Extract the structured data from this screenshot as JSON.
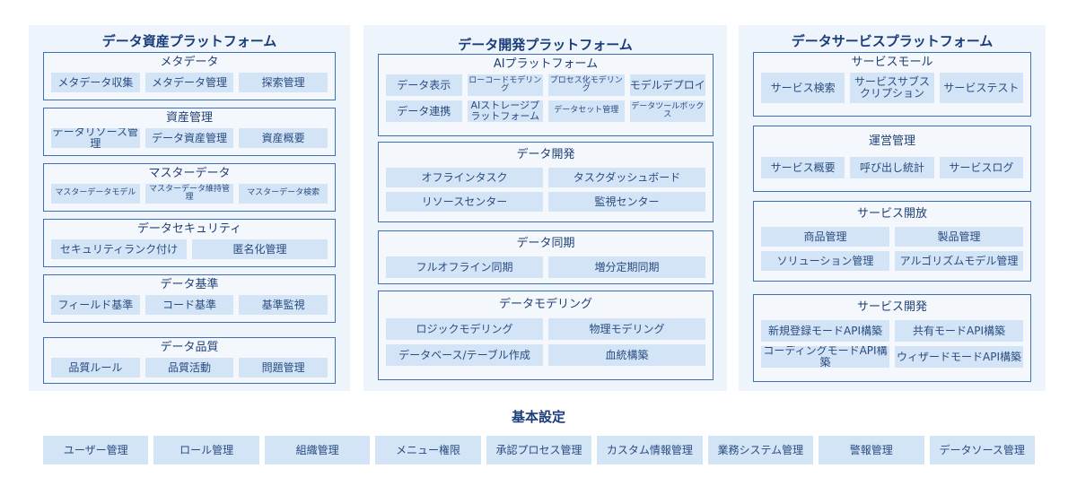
{
  "asset_platform": {
    "title": "データ資産プラットフォーム",
    "modules": [
      {
        "title": "メタデータ",
        "rows": [
          [
            "メタデータ収集",
            "メタデータ管理",
            "探索管理"
          ]
        ]
      },
      {
        "title": "資産管理",
        "rows": [
          [
            "データリソース管理",
            "データ資産管理",
            "資産概要"
          ]
        ]
      },
      {
        "title": "マスターデータ",
        "rows": [
          [
            "マスターデータモデル",
            "マスターデータ維持管理",
            "マスターデータ検索"
          ]
        ]
      },
      {
        "title": "データセキュリティ",
        "rows": [
          [
            "セキュリティランク付け",
            "匿名化管理"
          ]
        ]
      },
      {
        "title": "データ基準",
        "rows": [
          [
            "フィールド基準",
            "コード基準",
            "基準監視"
          ]
        ]
      },
      {
        "title": "データ品質",
        "rows": [
          [
            "品質ルール",
            "品質活動",
            "問題管理"
          ]
        ]
      }
    ]
  },
  "dev_platform": {
    "title": "データ開発プラットフォーム",
    "modules": [
      {
        "title": "AIプラットフォーム",
        "rows": [
          [
            "データ表示",
            "ローコードモデリング",
            "プロセス化モデリング",
            "モデルデプロイ"
          ],
          [
            "データ連携",
            "AIストレージプラットフォーム",
            "データセット管理",
            "データツールボックス"
          ]
        ]
      },
      {
        "title": "データ開発",
        "rows": [
          [
            "オフラインタスク",
            "タスクダッシュボード"
          ],
          [
            "リソースセンター",
            "監視センター"
          ]
        ]
      },
      {
        "title": "データ同期",
        "rows": [
          [
            "フルオフライン同期",
            "増分定期同期"
          ]
        ]
      },
      {
        "title": "データモデリング",
        "rows": [
          [
            "ロジックモデリング",
            "物理モデリング"
          ],
          [
            "データベース/テーブル作成",
            "血統構築"
          ]
        ]
      }
    ]
  },
  "service_platform": {
    "title": "データサービスプラットフォーム",
    "modules": [
      {
        "title": "サービスモール",
        "rows": [
          [
            "サービス検索",
            "サービスサブスクリプション",
            "サービステスト"
          ]
        ]
      },
      {
        "title": "運営管理",
        "rows": [
          [
            "サービス概要",
            "呼び出し統計",
            "サービスログ"
          ]
        ]
      },
      {
        "title": "サービス開放",
        "rows": [
          [
            "商品管理",
            "製品管理"
          ],
          [
            "ソリューション管理",
            "アルゴリズムモデル管理"
          ]
        ]
      },
      {
        "title": "サービス開発",
        "rows": [
          [
            "新規登録モードAPI構築",
            "共有モードAPI構築"
          ],
          [
            "コーディングモードAPI構築",
            "ウィザードモードAPI構築"
          ]
        ]
      }
    ]
  },
  "base": {
    "title": "基本設定",
    "items": [
      "ユーザー管理",
      "ロール管理",
      "組織管理",
      "メニュー権限",
      "承認プロセス管理",
      "カスタム情報管理",
      "業務システム管理",
      "警報管理",
      "データソース管理"
    ]
  }
}
